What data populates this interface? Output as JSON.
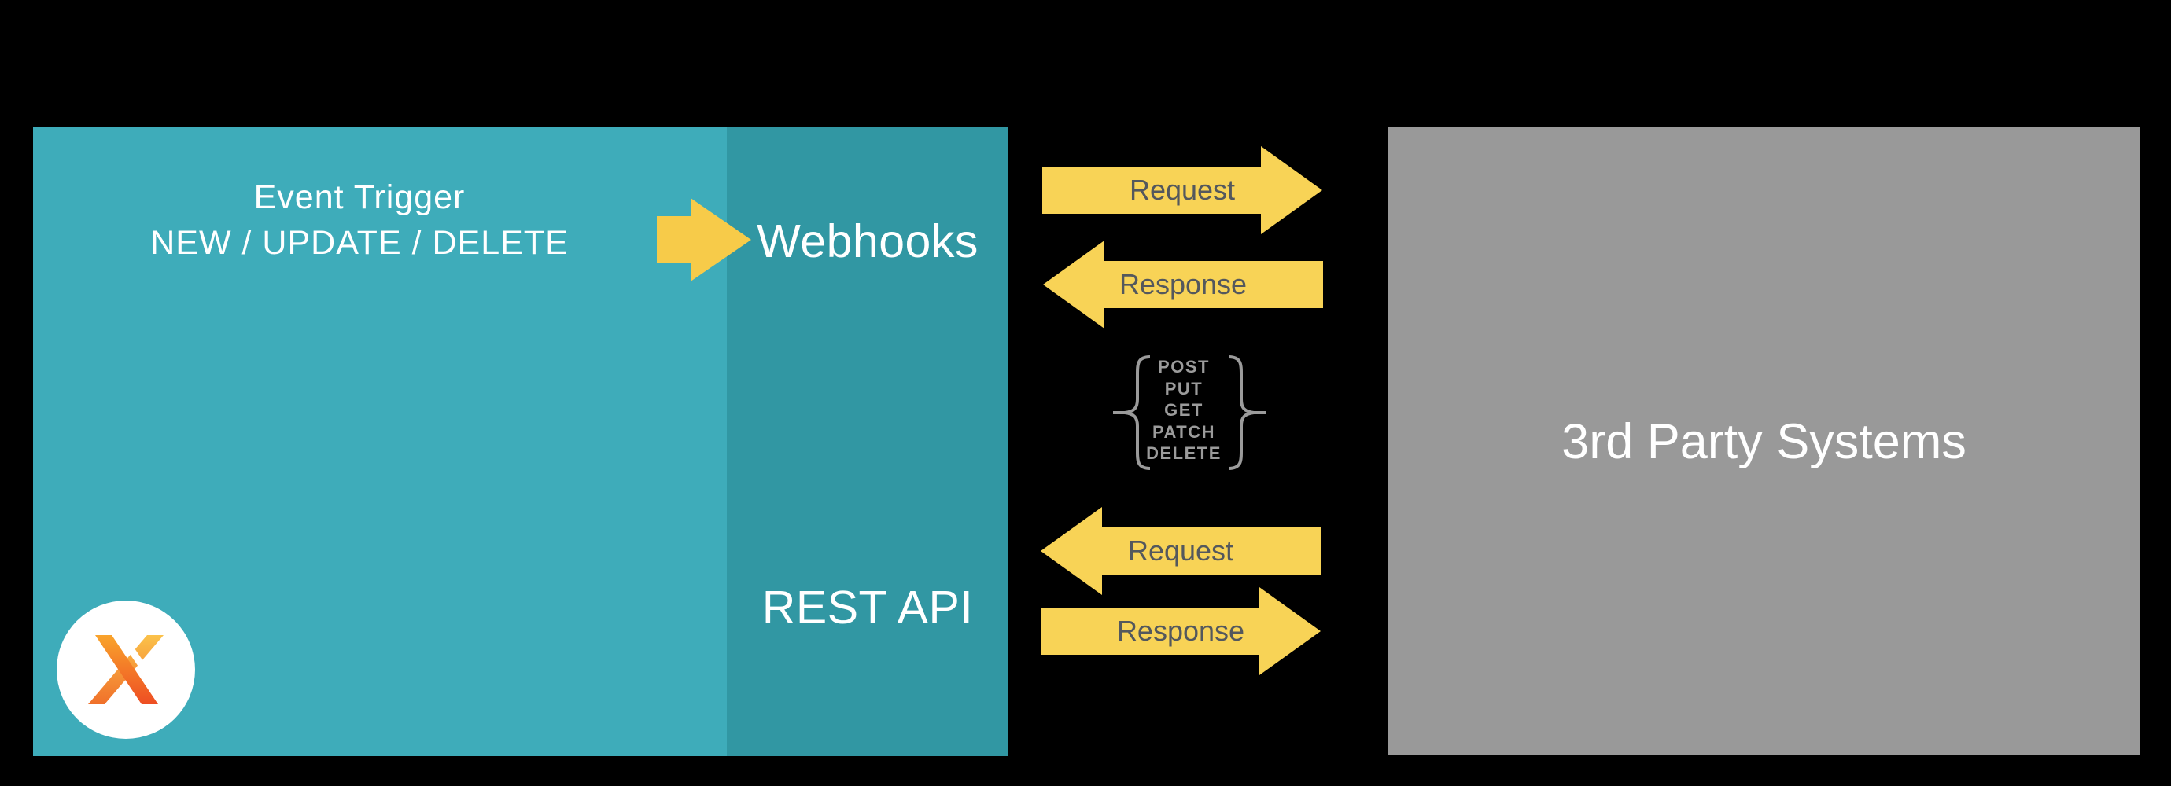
{
  "diagram": {
    "left_panel": {
      "event_trigger_title": "Event Trigger",
      "event_trigger_subtitle": "NEW / UPDATE / DELETE",
      "webhooks_label": "Webhooks",
      "rest_api_label": "REST API"
    },
    "right_panel": {
      "title": "3rd Party Systems"
    },
    "flows": {
      "webhook_request_label": "Request",
      "webhook_response_label": "Response",
      "api_request_label": "Request",
      "api_response_label": "Response"
    },
    "http_methods": [
      "POST",
      "PUT",
      "GET",
      "PATCH",
      "DELETE"
    ],
    "colors": {
      "background": "#000000",
      "teal_light": "#3EACBA",
      "teal_dark": "#3197A3",
      "gray_box": "#999999",
      "arrow_yellow": "#F8D356",
      "big_arrow_yellow": "#F7CB49",
      "arrow_label_gray": "#54585D",
      "methods_gray": "#9B9B9B",
      "text_white": "#FFFFFF"
    },
    "logo": {
      "name": "x-logo"
    }
  }
}
